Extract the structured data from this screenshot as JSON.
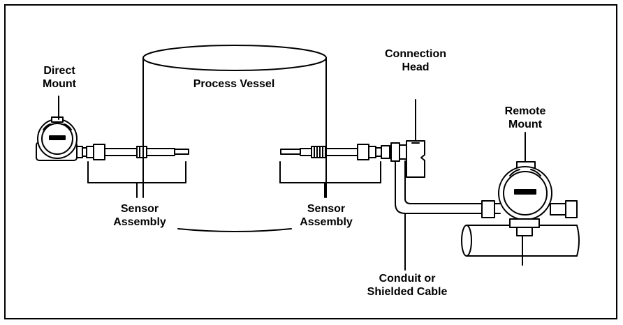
{
  "labels": {
    "direct_mount": [
      "Direct",
      "Mount"
    ],
    "process_vessel": "Process Vessel",
    "connection_head": [
      "Connection",
      "Head"
    ],
    "remote_mount": [
      "Remote",
      "Mount"
    ],
    "sensor_assembly_left": [
      "Sensor",
      "Assembly"
    ],
    "sensor_assembly_right": [
      "Sensor",
      "Assembly"
    ],
    "conduit": [
      "Conduit or",
      "Shielded Cable"
    ]
  },
  "icons": [
    "transmitter-icon",
    "sensor-probe-icon",
    "connection-head-icon",
    "conduit-icon",
    "process-pipe-icon",
    "vessel-icon"
  ]
}
